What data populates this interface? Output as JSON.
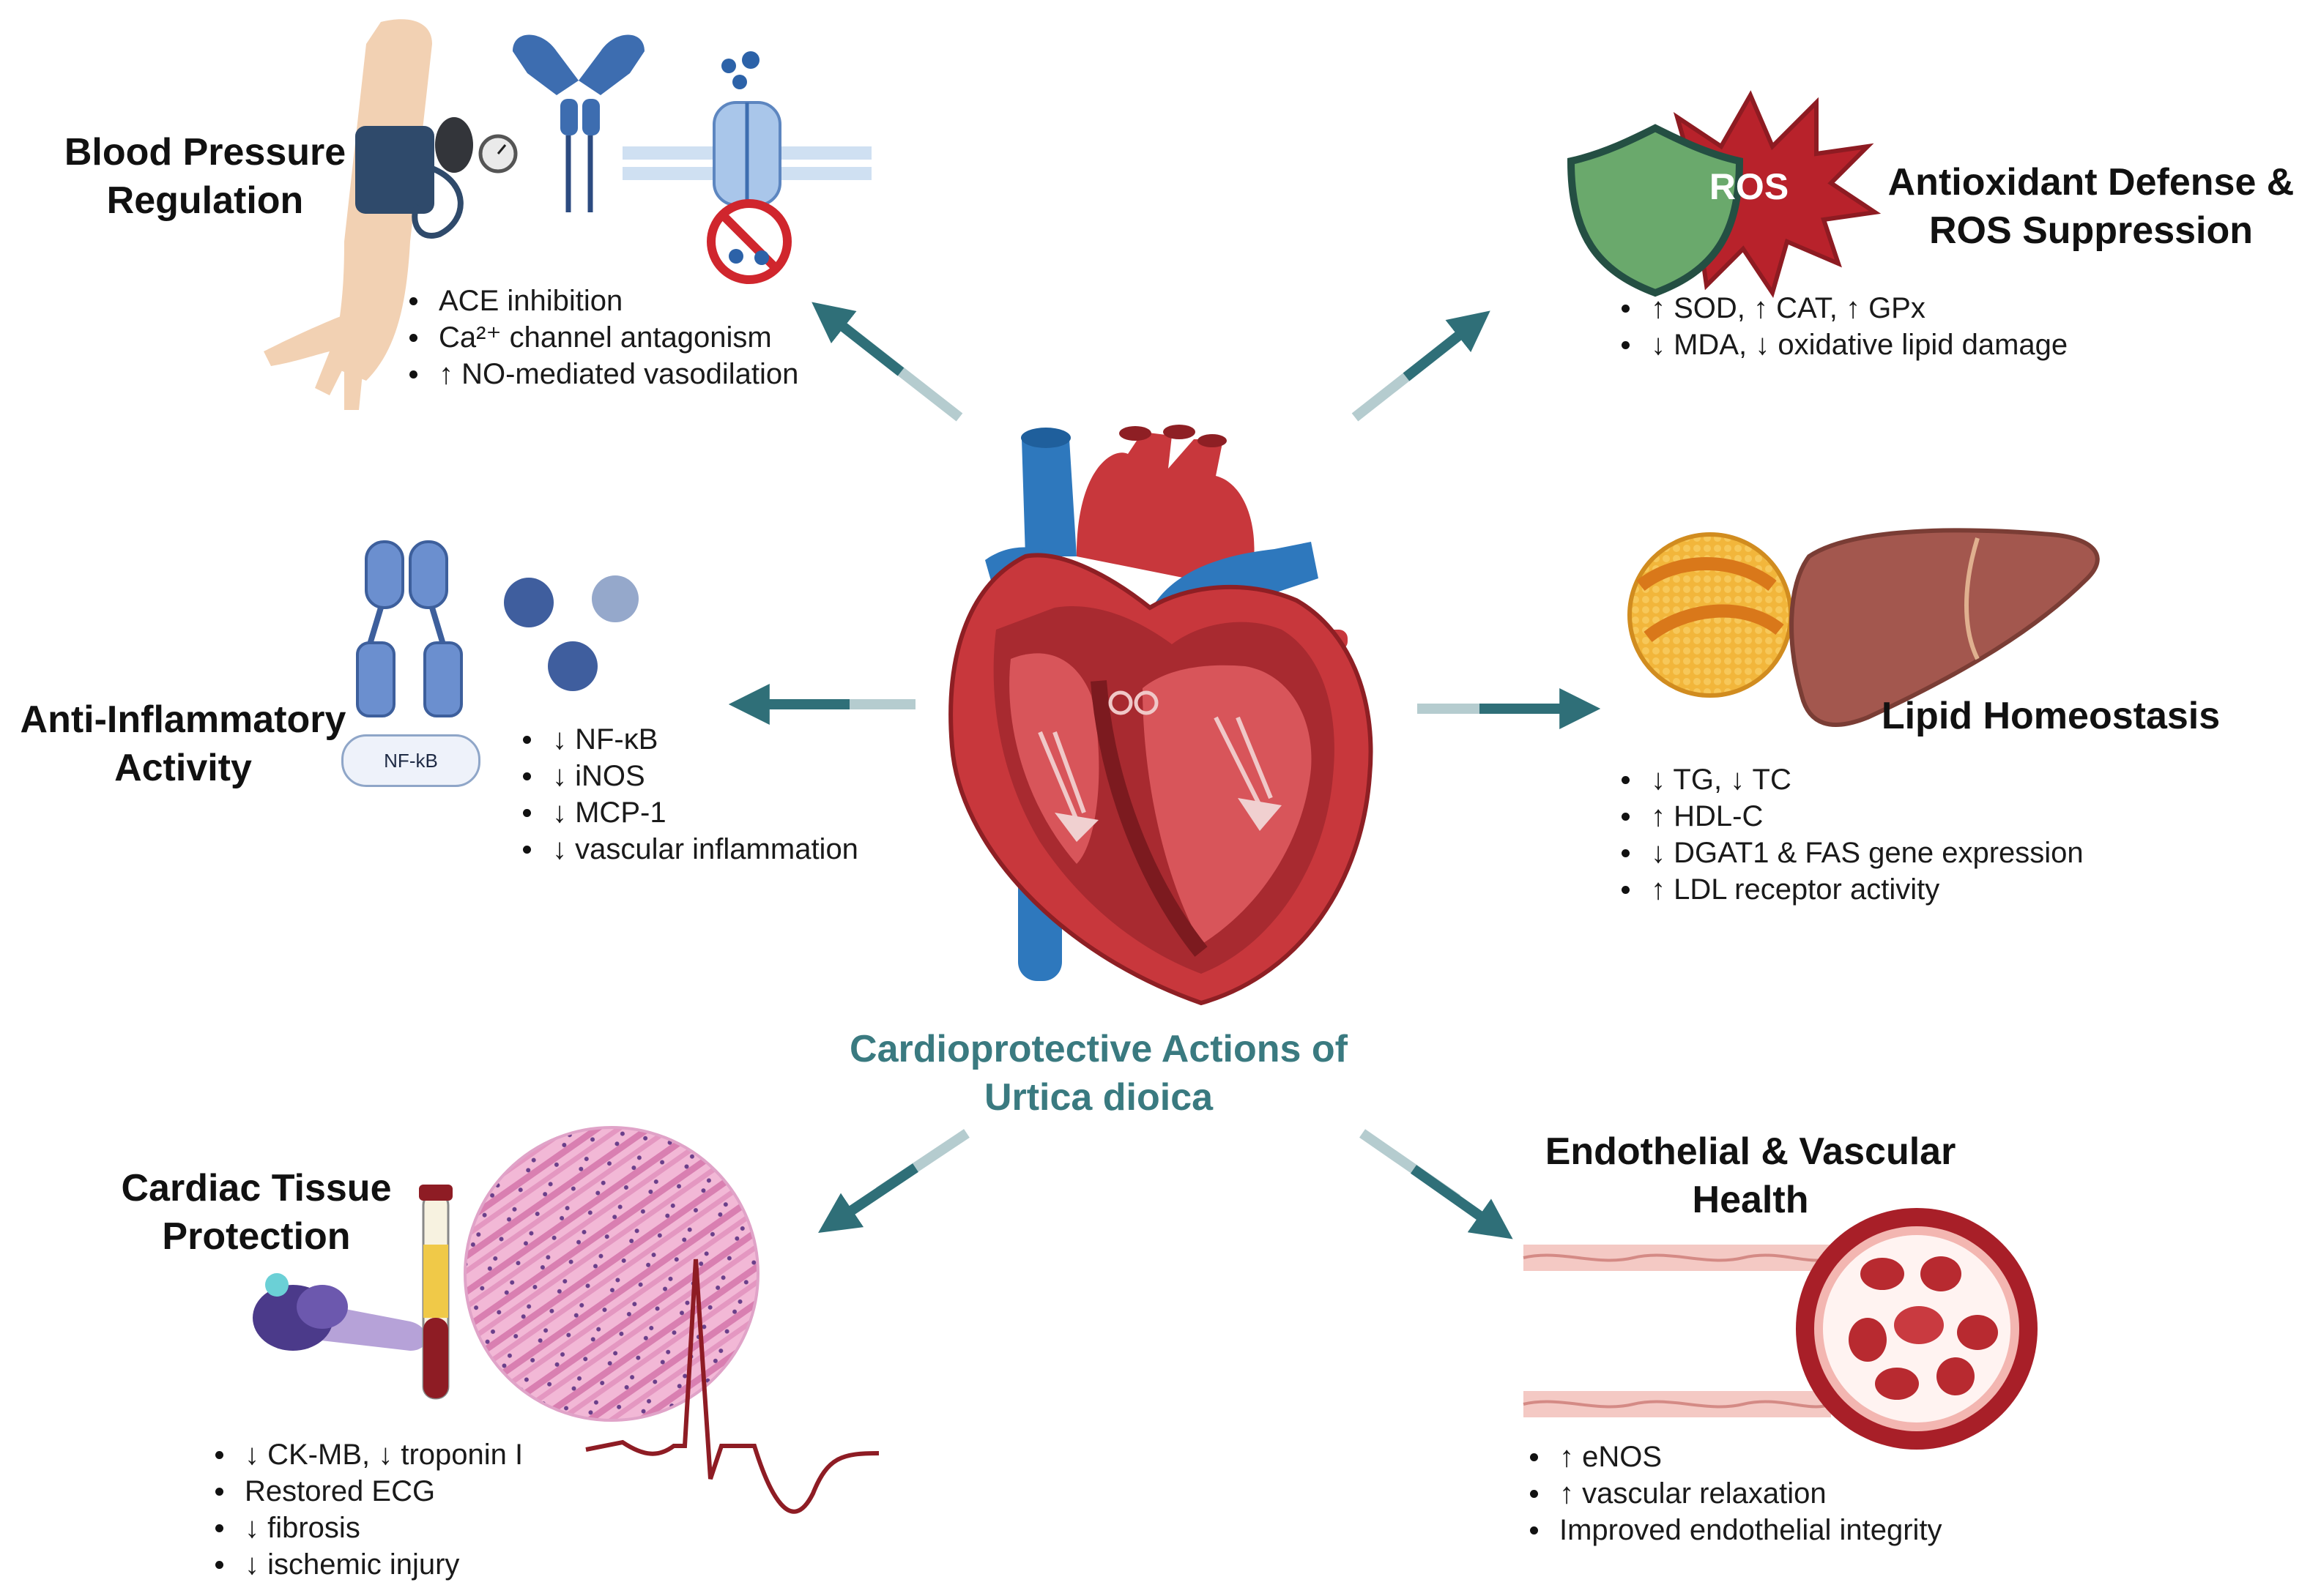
{
  "center": {
    "title_line1": "Cardioprotective Actions of",
    "title_line2": "Urtica dioica"
  },
  "colors": {
    "accent": "#3a7a80",
    "arrow": "#2f6f78",
    "heart_red": "#c8373c",
    "vessel_blue": "#2e78bd"
  },
  "blood_pressure": {
    "title_line1": "Blood Pressure",
    "title_line2": "Regulation",
    "bullets": [
      "ACE inhibition",
      "Ca²⁺ channel antagonism",
      "↑ NO-mediated vasodilation"
    ],
    "icons": [
      "blood-pressure-cuff-icon",
      "ace-receptor-icon",
      "calcium-channel-icon",
      "blocked-icon"
    ]
  },
  "antioxidant": {
    "title_line1": "Antioxidant Defense &",
    "title_line2": "ROS Suppression",
    "ros_label": "ROS",
    "bullets": [
      "↑ SOD, ↑ CAT, ↑ GPx",
      "↓ MDA, ↓ oxidative lipid damage"
    ],
    "icons": [
      "shield-icon",
      "ros-burst-icon"
    ]
  },
  "anti_inflammatory": {
    "title_line1": "Anti-Inflammatory",
    "title_line2": "Activity",
    "nfkb_label": "NF-kB",
    "bullets": [
      "↓ NF-κB",
      "↓ iNOS",
      "↓ MCP-1",
      "↓ vascular inflammation"
    ],
    "icons": [
      "receptor-icon",
      "cytokine-icon"
    ]
  },
  "lipid": {
    "title": "Lipid Homeostasis",
    "bullets": [
      "↓ TG, ↓ TC",
      "↑ HDL-C",
      "↓ DGAT1 & FAS gene expression",
      "↑ LDL receptor activity"
    ],
    "icons": [
      "lipoprotein-icon",
      "liver-icon"
    ]
  },
  "cardiac_tissue": {
    "title_line1": "Cardiac Tissue",
    "title_line2": "Protection",
    "bullets": [
      "↓ CK-MB, ↓ troponin I",
      "Restored ECG",
      "↓ fibrosis",
      "↓ ischemic injury"
    ],
    "icons": [
      "troponin-protein-icon",
      "blood-tube-icon",
      "histology-icon",
      "ecg-trace-icon"
    ]
  },
  "endothelial": {
    "title_line1": "Endothelial & Vascular",
    "title_line2": "Health",
    "bullets": [
      "↑ eNOS",
      "↑ vascular relaxation",
      "Improved endothelial integrity"
    ],
    "icons": [
      "blood-vessel-icon",
      "red-blood-cell-icon"
    ]
  }
}
